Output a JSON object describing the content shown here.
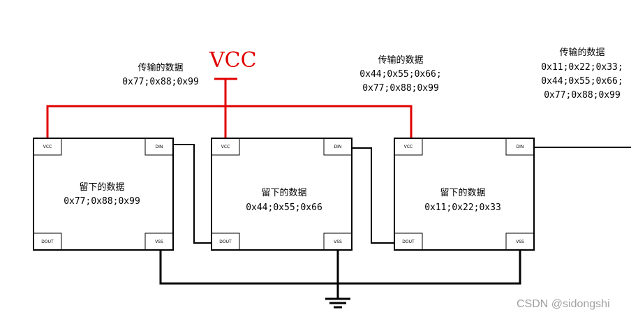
{
  "vcc_label": "VCC",
  "chips": [
    {
      "title": "留下的数据",
      "data": "0x77;0x88;0x99",
      "pins": {
        "vcc": "VCC",
        "din": "DIN",
        "dout": "DOUT",
        "vss": "VSS"
      }
    },
    {
      "title": "留下的数据",
      "data": "0x44;0x55;0x66",
      "pins": {
        "vcc": "VCC",
        "din": "DIN",
        "dout": "DOUT",
        "vss": "VSS"
      }
    },
    {
      "title": "留下的数据",
      "data": "0x11;0x22;0x33",
      "pins": {
        "vcc": "VCC",
        "din": "DIN",
        "dout": "DOUT",
        "vss": "VSS"
      }
    }
  ],
  "transfers": [
    {
      "title": "传输的数据",
      "lines": [
        "0x77;0x88;0x99"
      ]
    },
    {
      "title": "传输的数据",
      "lines": [
        "0x44;0x55;0x66;",
        "0x77;0x88;0x99"
      ]
    },
    {
      "title": "传输的数据",
      "lines": [
        "0x11;0x22;0x33;",
        "0x44;0x55;0x66;",
        "0x77;0x88;0x99"
      ]
    }
  ],
  "watermark": "CSDN @sidongshi",
  "colors": {
    "power": "#e00000",
    "wire": "#000000",
    "watermark": "#a0a0a0"
  }
}
